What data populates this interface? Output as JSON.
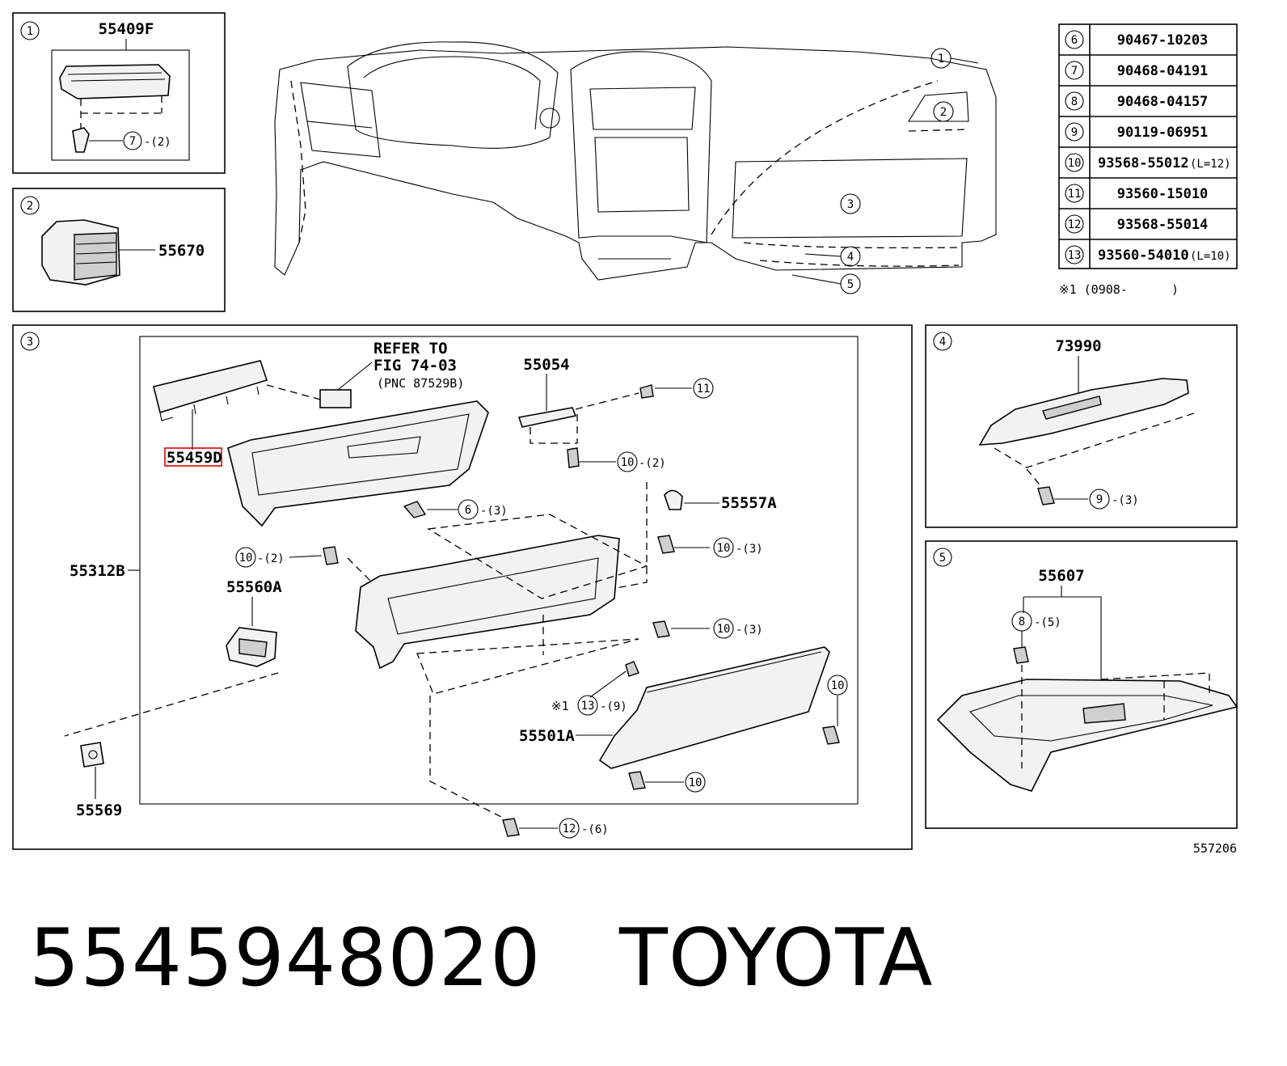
{
  "panel1": {
    "index": "1",
    "part_number": "55409F",
    "callout": {
      "num": "7",
      "qty": "-(2)"
    }
  },
  "panel2": {
    "index": "2",
    "part_number": "55670"
  },
  "overview": {
    "callouts": [
      "1",
      "2",
      "3",
      "4",
      "5"
    ]
  },
  "fastener_table": {
    "rows": [
      {
        "num": "6",
        "part": "90467-10203",
        "note": ""
      },
      {
        "num": "7",
        "part": "90468-04191",
        "note": ""
      },
      {
        "num": "8",
        "part": "90468-04157",
        "note": ""
      },
      {
        "num": "9",
        "part": "90119-06951",
        "note": ""
      },
      {
        "num": "10",
        "part": "93568-55012",
        "note": "(L=12)"
      },
      {
        "num": "11",
        "part": "93560-15010",
        "note": ""
      },
      {
        "num": "12",
        "part": "93568-55014",
        "note": ""
      },
      {
        "num": "13",
        "part": "93560-54010",
        "note": "(L=10)"
      }
    ],
    "footnote": "※1 (0908-      )"
  },
  "panel3": {
    "index": "3",
    "refer": {
      "line1": "REFER TO",
      "line2": "FIG 74-03",
      "line3": "(PNC 87529B)"
    },
    "part_numbers": {
      "highlighted": "55459D",
      "rod": "55054",
      "stopper": "55557A",
      "assembly": "55312B",
      "latch": "55560A",
      "clip": "55569",
      "door": "55501A"
    },
    "callouts": [
      {
        "num": "11",
        "qty": ""
      },
      {
        "num": "10",
        "qty": "-(2)"
      },
      {
        "num": "6",
        "qty": "-(3)"
      },
      {
        "num": "10",
        "qty": "-(3)"
      },
      {
        "num": "10",
        "qty": "-(2)"
      },
      {
        "num": "10",
        "qty": "-(3)"
      },
      {
        "num": "13",
        "qty": "-(9)",
        "prefix": "※1"
      },
      {
        "num": "10",
        "qty": ""
      },
      {
        "num": "10",
        "qty": ""
      },
      {
        "num": "12",
        "qty": "-(6)"
      }
    ]
  },
  "panel4": {
    "index": "4",
    "part_number": "73990",
    "callout": {
      "num": "9",
      "qty": "-(3)"
    }
  },
  "panel5": {
    "index": "5",
    "part_number": "55607",
    "callout": {
      "num": "8",
      "qty": "-(5)"
    }
  },
  "figure_number": "557206",
  "caption": {
    "part_number": "5545948020",
    "brand": "TOYOTA"
  },
  "colors": {
    "highlight_box": "#e00000",
    "line": "#000000",
    "background": "#ffffff"
  }
}
